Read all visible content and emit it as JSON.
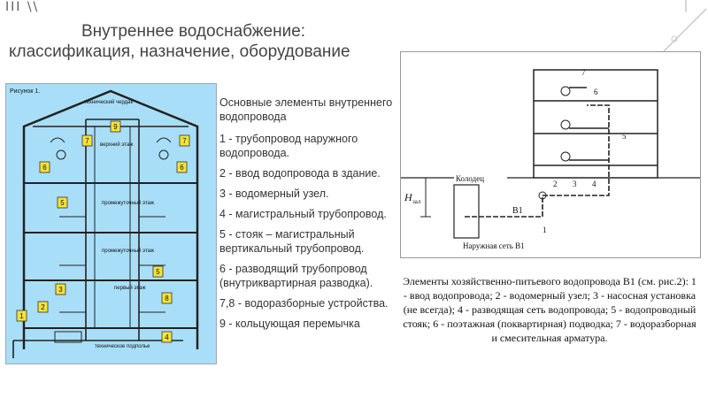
{
  "decor": {
    "top_left": "III \\\\"
  },
  "title": {
    "line1": "Внутреннее водоснабжение:",
    "line2": "классификация, назначение, оборудование"
  },
  "figure1": {
    "caption": "Рисунок 1.",
    "attic": "технический чердак",
    "top_floor": "верхний этаж",
    "middle_floor": "промежуточный этаж",
    "first_floor": "первый этаж",
    "basement": "техническое подполье",
    "markers": [
      "1",
      "2",
      "3",
      "4",
      "5",
      "5",
      "6",
      "6",
      "7",
      "7",
      "8",
      "9"
    ]
  },
  "elements": {
    "heading": "Основные элементы внутреннего водопровода",
    "items": [
      "1 - трубопровод наружного водопровода.",
      "2 - ввод водопровода в здание.",
      "3 - водомерный узел.",
      "4 - магистральный трубопровод.",
      "5 - стояк – магистральный вертикальный трубопровод.",
      "6 - разводящий трубопровод (внутриквартирная разводка).",
      "7,8 - водоразборные устройства.",
      "9 - кольцующая перемычка"
    ]
  },
  "figure2": {
    "well": "Колодец",
    "h_label": "H",
    "h_sub": "зал",
    "b1": "В1",
    "outer_net": "Наружная сеть В1",
    "numbers": [
      "1",
      "2",
      "3",
      "4",
      "5",
      "6",
      "7"
    ]
  },
  "caption": "Элементы хозяйственно-питьевого водопровода В1 (см. рис.2): 1 - ввод водопровода; 2 - водомерный узел; 3 - насосная установка (не всегда); 4 - разводящая сеть водопровода; 5 - водопроводный стояк; 6 - поэтажная (поквартирная) подводка; 7 - водоразборная и смесительная арматура."
}
